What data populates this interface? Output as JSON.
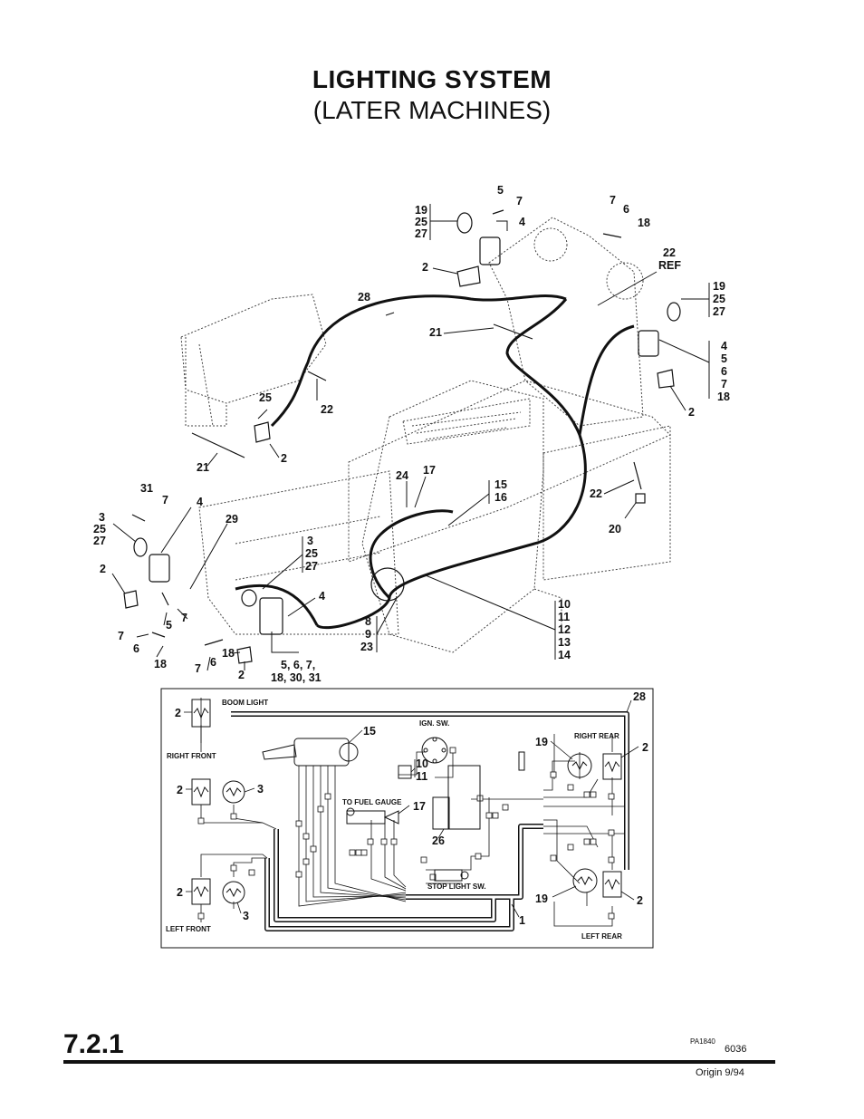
{
  "header": {
    "title": "LIGHTING SYSTEM",
    "subtitle": "(LATER MACHINES)"
  },
  "footer": {
    "section": "7.2.1",
    "drawing_ref": "PA1840",
    "page_number": "6036",
    "origin": "Origin 9/94"
  },
  "exploded_view": {
    "callouts": [
      {
        "text": "5"
      },
      {
        "text": "7"
      },
      {
        "text": "19"
      },
      {
        "text": "25"
      },
      {
        "text": "27"
      },
      {
        "text": "4"
      },
      {
        "text": "7"
      },
      {
        "text": "6"
      },
      {
        "text": "18"
      },
      {
        "text": "22"
      },
      {
        "text": "REF"
      },
      {
        "text": "2"
      },
      {
        "text": "28"
      },
      {
        "text": "19"
      },
      {
        "text": "25"
      },
      {
        "text": "27"
      },
      {
        "text": "21"
      },
      {
        "text": "4"
      },
      {
        "text": "5"
      },
      {
        "text": "6"
      },
      {
        "text": "7"
      },
      {
        "text": "18"
      },
      {
        "text": "25"
      },
      {
        "text": "22"
      },
      {
        "text": "2"
      },
      {
        "text": "2"
      },
      {
        "text": "21"
      },
      {
        "text": "24"
      },
      {
        "text": "17"
      },
      {
        "text": "15"
      },
      {
        "text": "16"
      },
      {
        "text": "22"
      },
      {
        "text": "20"
      },
      {
        "text": "31"
      },
      {
        "text": "7"
      },
      {
        "text": "4"
      },
      {
        "text": "29"
      },
      {
        "text": "3"
      },
      {
        "text": "25"
      },
      {
        "text": "27"
      },
      {
        "text": "3"
      },
      {
        "text": "25"
      },
      {
        "text": "27"
      },
      {
        "text": "2"
      },
      {
        "text": "4"
      },
      {
        "text": "5"
      },
      {
        "text": "7"
      },
      {
        "text": "7"
      },
      {
        "text": "6"
      },
      {
        "text": "18"
      },
      {
        "text": "18"
      },
      {
        "text": "7"
      },
      {
        "text": "6"
      },
      {
        "text": "2"
      },
      {
        "text": "8"
      },
      {
        "text": "9"
      },
      {
        "text": "23"
      },
      {
        "text": "10"
      },
      {
        "text": "11"
      },
      {
        "text": "12"
      },
      {
        "text": "13"
      },
      {
        "text": "14"
      },
      {
        "text": "5, 6, 7,"
      },
      {
        "text": "18, 30, 31"
      }
    ]
  },
  "schematic": {
    "labels": {
      "boom_light": "BOOM LIGHT",
      "ign_sw": "IGN. SW.",
      "right_rear": "RIGHT REAR",
      "right_front": "RIGHT FRONT",
      "to_fuel_gauge": "TO FUEL GAUGE",
      "stop_light_sw": "STOP LIGHT SW.",
      "left_front": "LEFT FRONT",
      "left_rear": "LEFT REAR"
    },
    "callouts": [
      {
        "text": "28"
      },
      {
        "text": "2"
      },
      {
        "text": "15"
      },
      {
        "text": "19"
      },
      {
        "text": "2"
      },
      {
        "text": "10"
      },
      {
        "text": "11"
      },
      {
        "text": "2"
      },
      {
        "text": "3"
      },
      {
        "text": "17"
      },
      {
        "text": "26"
      },
      {
        "text": "2"
      },
      {
        "text": "3"
      },
      {
        "text": "19"
      },
      {
        "text": "2"
      },
      {
        "text": "1"
      }
    ]
  }
}
